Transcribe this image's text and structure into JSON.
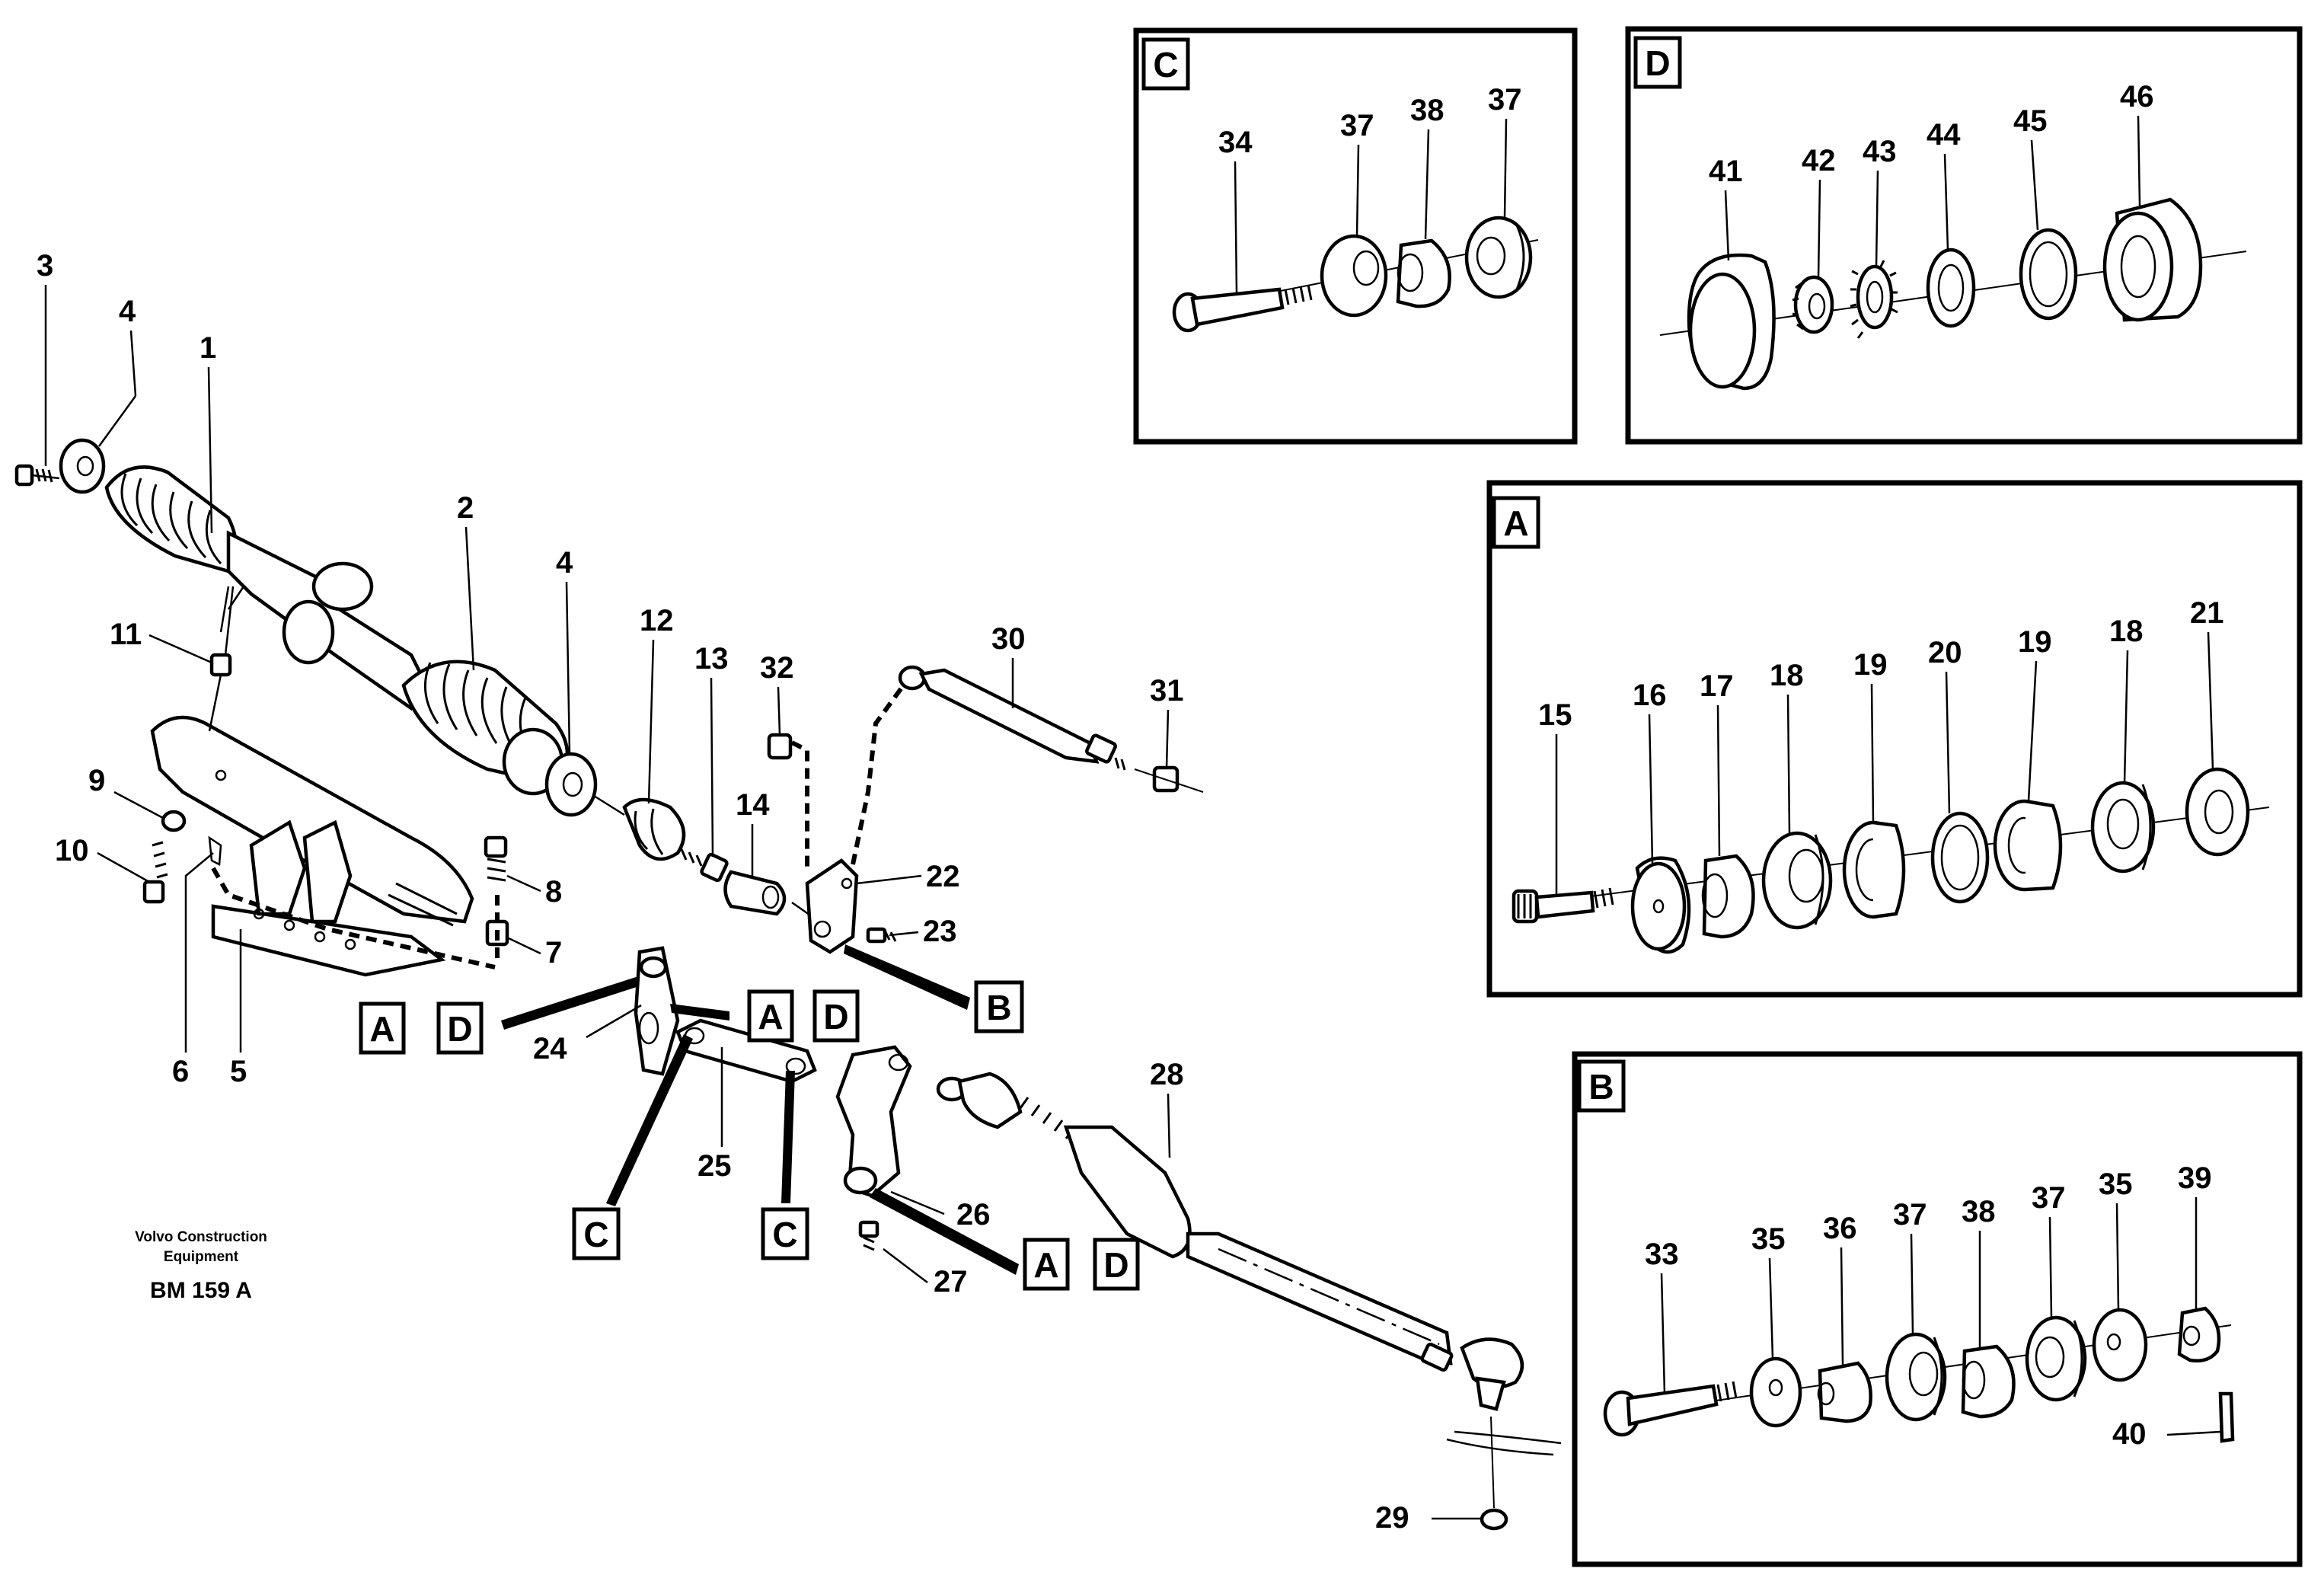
{
  "document": {
    "publisher": "Volvo Construction",
    "publisher_line2": "Equipment",
    "drawing_code": "BM 159 A"
  },
  "callouts": {
    "c1": "1",
    "c2": "2",
    "c3": "3",
    "c4a": "4",
    "c4b": "4",
    "c5": "5",
    "c6": "6",
    "c7": "7",
    "c8": "8",
    "c9": "9",
    "c10": "10",
    "c11": "11",
    "c12": "12",
    "c13": "13",
    "c14": "14",
    "c15": "15",
    "c16": "16",
    "c17": "17",
    "c18a": "18",
    "c18b": "18",
    "c19a": "19",
    "c19b": "19",
    "c20": "20",
    "c21": "21",
    "c22": "22",
    "c23": "23",
    "c24": "24",
    "c25": "25",
    "c26": "26",
    "c27": "27",
    "c28": "28",
    "c29": "29",
    "c30": "30",
    "c31": "31",
    "c32": "32",
    "c33": "33",
    "c34": "34",
    "c35a": "35",
    "c35b": "35",
    "c36": "36",
    "c37a": "37",
    "c37b": "37",
    "c37c": "37",
    "c37d": "37",
    "c38a": "38",
    "c38b": "38",
    "c39": "39",
    "c40": "40",
    "c41": "41",
    "c42": "42",
    "c43": "43",
    "c44": "44",
    "c45": "45",
    "c46": "46"
  },
  "panels": {
    "C": "C",
    "D": "D",
    "A": "A",
    "B": "B"
  },
  "refs": {
    "ref24_a": "A",
    "ref24_d": "D",
    "ref24r_a": "A",
    "ref24r_d": "D",
    "ref22_b": "B",
    "ref25l_c": "C",
    "ref25r_c": "C",
    "ref26_a": "A",
    "ref26_d": "D"
  }
}
